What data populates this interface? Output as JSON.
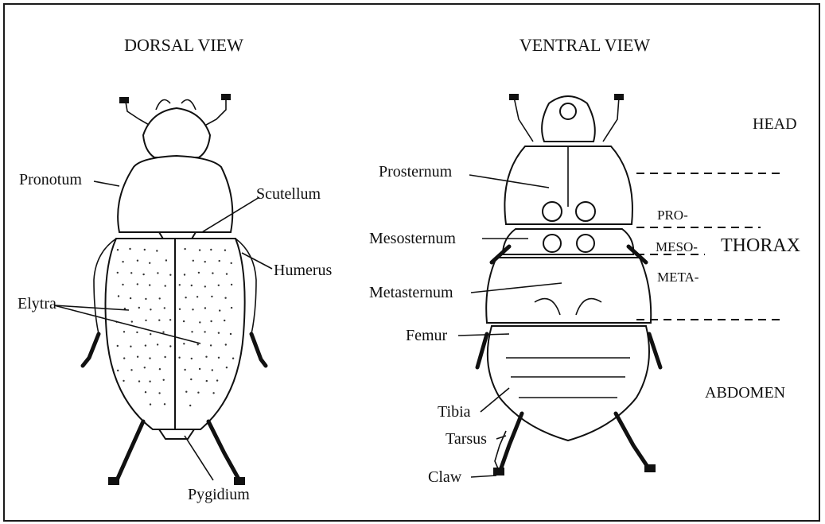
{
  "titles": {
    "dorsal": "DORSAL VIEW",
    "ventral": "VENTRAL VIEW"
  },
  "dorsal_labels": {
    "pronotum": "Pronotum",
    "scutellum": "Scutellum",
    "humerus": "Humerus",
    "elytra": "Elytra",
    "pygidium": "Pygidium"
  },
  "ventral_labels": {
    "prosternum": "Prosternum",
    "mesosternum": "Mesosternum",
    "metasternum": "Metasternum",
    "femur": "Femur",
    "tibia": "Tibia",
    "tarsus": "Tarsus",
    "claw": "Claw"
  },
  "regions": {
    "head": "HEAD",
    "pro": "PRO-",
    "meso": "MESO-",
    "thorax": "THORAX",
    "meta": "META-",
    "abdomen": "ABDOMEN"
  }
}
